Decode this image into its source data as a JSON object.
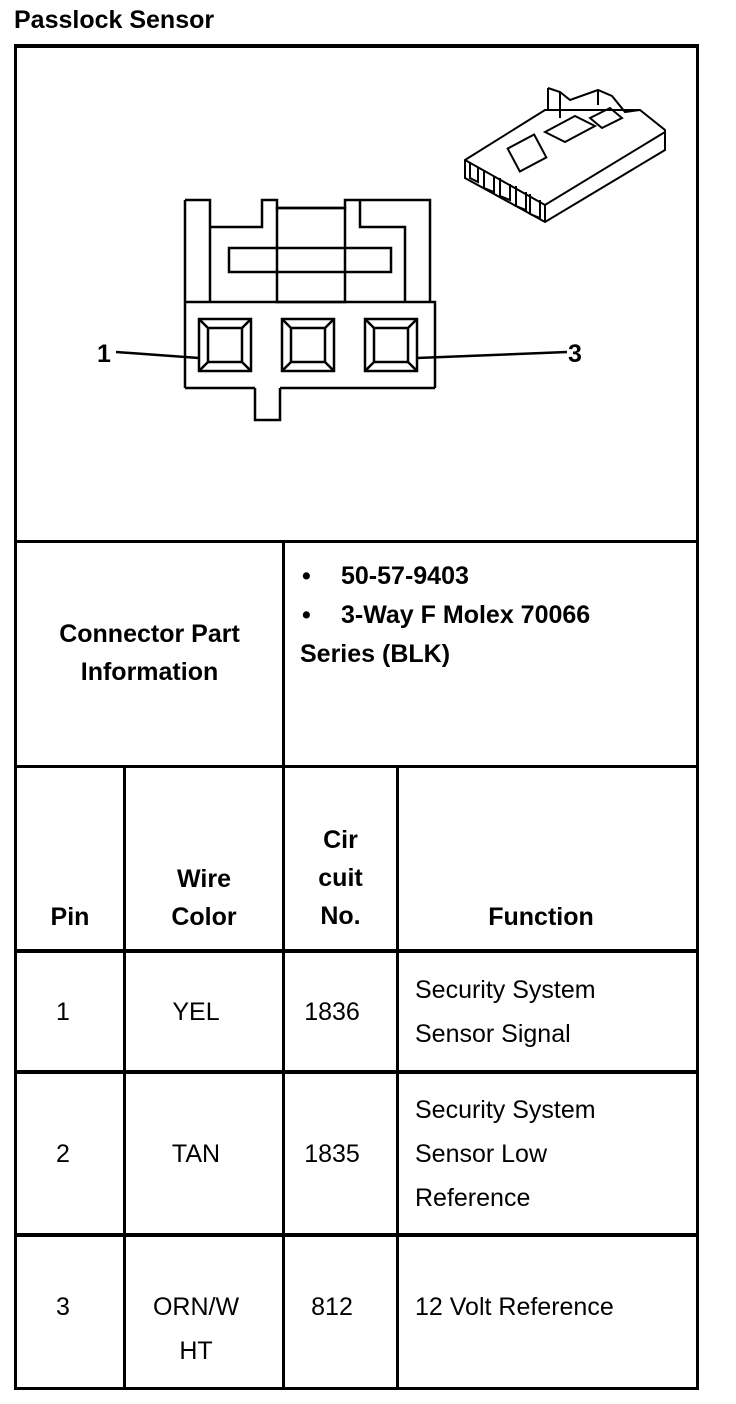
{
  "title": "Passlock Sensor",
  "diagram": {
    "pin_left_label": "1",
    "pin_right_label": "3"
  },
  "connector": {
    "label_line1": "Connector Part",
    "label_line2": "Information",
    "bullet_symbol": "•",
    "part_number": "50-57-9403",
    "description_line1": "3-Way F Molex 70066",
    "description_line2": "Series (BLK)"
  },
  "table": {
    "headers": {
      "pin": "Pin",
      "wire_color_line1": "Wire",
      "wire_color_line2": "Color",
      "circuit_line1": "Cir",
      "circuit_line2": "cuit",
      "circuit_line3": "No.",
      "function": "Function"
    },
    "rows": [
      {
        "pin": "1",
        "wire_color": [
          "YEL"
        ],
        "circuit": "1836",
        "function": [
          "Security System",
          "Sensor Signal"
        ]
      },
      {
        "pin": "2",
        "wire_color": [
          "TAN"
        ],
        "circuit": "1835",
        "function": [
          "Security System",
          "Sensor Low",
          "Reference"
        ]
      },
      {
        "pin": "3",
        "wire_color": [
          "ORN/W",
          "HT"
        ],
        "circuit": "812",
        "function": [
          "12 Volt Reference"
        ]
      }
    ]
  }
}
